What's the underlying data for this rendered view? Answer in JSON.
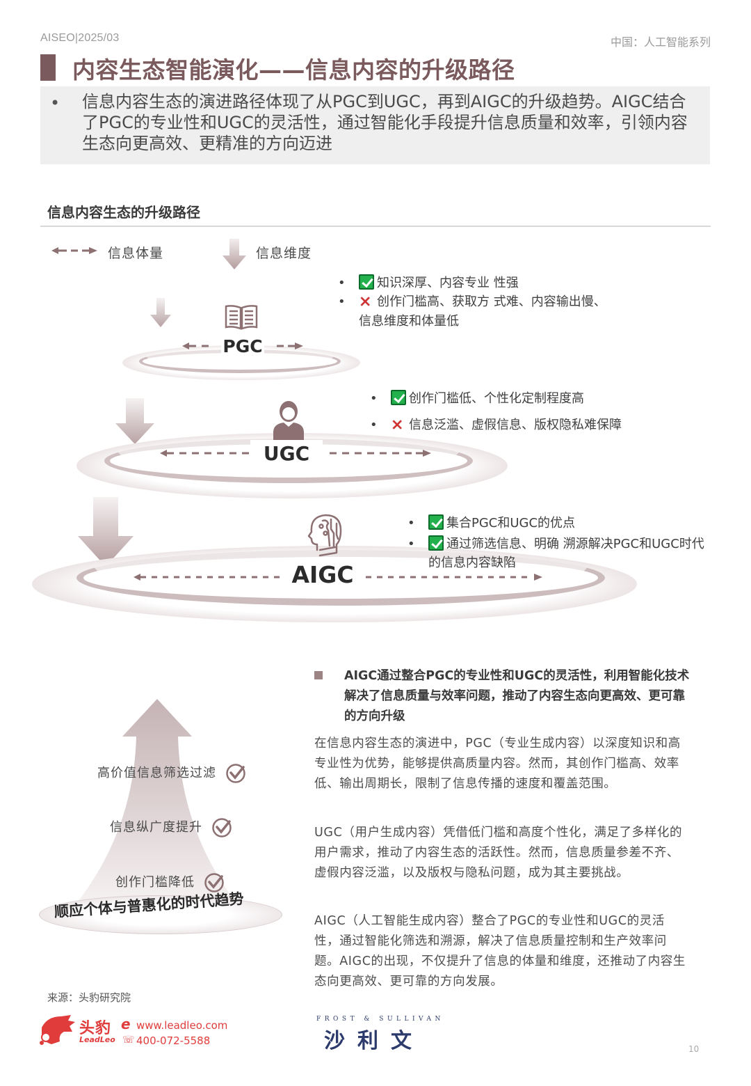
{
  "header": {
    "left": "AISEO|2025/03",
    "right": "中国：人工智能系列"
  },
  "title": "内容生态智能演化——信息内容的升级路径",
  "summary": {
    "bullet": "•",
    "text": "信息内容生态的演进路径体现了从PGC到UGC，再到AIGC的升级趋势。AIGC结合了PGC的专业性和UGC的灵活性，通过智能化手段提升信息质量和效率，引领内容生态向更高效、更精准的方向迈进"
  },
  "diagram": {
    "section_title": "信息内容生态的升级路径",
    "legend": {
      "volume_label": "信息体量",
      "volume_icon": "dashed-double-arrow-icon",
      "dimension_label": "信息维度",
      "dimension_icon": "down-arrow-icon"
    },
    "levels": [
      {
        "label": "PGC",
        "icon": "book-icon",
        "points": [
          {
            "type": "pro",
            "text": "知识深厚、内容专业 性强"
          },
          {
            "type": "con",
            "text": "创作门槛高、获取方 式难、内容输出慢、信息维度和体量低"
          }
        ]
      },
      {
        "label": "UGC",
        "icon": "user-icon",
        "points": [
          {
            "type": "pro",
            "text": "创作门槛低、个性化定制程度高"
          },
          {
            "type": "con",
            "text": "信息泛滥、虚假信息、版权隐私难保障"
          }
        ]
      },
      {
        "label": "AIGC",
        "icon": "ai-head-icon",
        "points": [
          {
            "type": "pro",
            "text": "集合PGC和UGC的优点"
          },
          {
            "type": "pro",
            "text": "通过筛选信息、明确 溯源解决PGC和UGC时代的信息内容缺陷"
          }
        ]
      }
    ]
  },
  "trend": {
    "steps": [
      "高价值信息筛选过滤",
      "信息纵广度提升",
      "创作门槛降低"
    ],
    "base_label": "顺应个体与普惠化的时代趋势"
  },
  "analysis": {
    "headline": "AIGC通过整合PGC的专业性和UGC的灵活性，利用智能化技术解决了信息质量与效率问题，推动了内容生态向更高效、更可靠的方向升级",
    "paragraphs": [
      "在信息内容生态的演进中，PGC（专业生成内容）以深度知识和高专业性为优势，能够提供高质量内容。然而，其创作门槛高、效率低、输出周期长，限制了信息传播的速度和覆盖范围。",
      "UGC（用户生成内容）凭借低门槛和高度个性化，满足了多样化的用户需求，推动了内容生态的活跃性。然而，信息质量参差不齐、虚假内容泛滥，以及版权与隐私问题，成为其主要挑战。",
      "AIGC（人工智能生成内容）整合了PGC的专业性和UGC的灵活性，通过智能化筛选和溯源，解决了信息质量控制和生产效率问题。AIGC的出现，不仅提升了信息的体量和维度，还推动了内容生态向更高效、更可靠的方向发展。"
    ]
  },
  "footer": {
    "source": "来源：头豹研究院",
    "leadleo_cn": "头豹",
    "leadleo_en": "LeadLeo",
    "website": "www.leadleo.com",
    "phone": "400-072-5588",
    "fs_en": "FROST & SULLIVAN",
    "fs_cn": "沙利文",
    "page_number": "10"
  },
  "colors": {
    "brand": "#7a5a5c",
    "check_green": "#22b14c",
    "cross_red": "#d32f2f",
    "leadleo_red": "#e03c3c",
    "frost_navy": "#2c3b6b"
  }
}
